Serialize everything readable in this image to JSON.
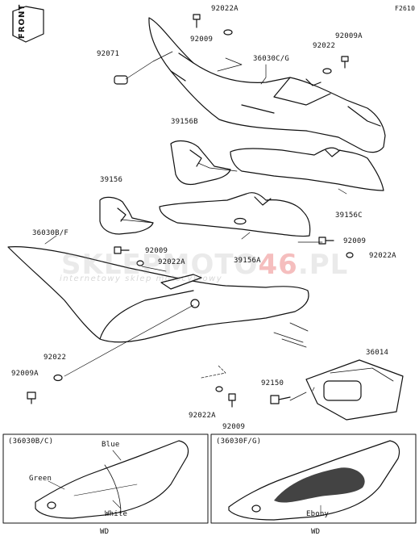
{
  "page_code": "F2610",
  "front_label": "FRONT",
  "watermark": {
    "brand_main": "SKLEPMOTO",
    "brand_hl": "46",
    "brand_tail": ".PL",
    "tagline": "internetowy sklep motocyklowy"
  },
  "callouts": {
    "c92022A_top": "92022A",
    "c92009_top": "92009",
    "c92071": "92071",
    "c36030CG": "36030C/G",
    "c92022_right": "92022",
    "c92009A_right": "92009A",
    "c39156B": "39156B",
    "c39156": "39156",
    "c39156C": "39156C",
    "c36030BF": "36030B/F",
    "c92009_mid": "92009",
    "c92022A_mid": "92022A",
    "c39156A": "39156A",
    "c92009_right_mid": "92009",
    "c92022A_right_mid": "92022A",
    "c92022_left": "92022",
    "c92009A_left": "92009A",
    "c36014": "36014",
    "c92150": "92150",
    "c92022A_bottom": "92022A",
    "c92009_bottom": "92009"
  },
  "insets": {
    "left": {
      "title": "(36030B/C)",
      "colors": [
        "Blue",
        "Green",
        "White"
      ],
      "model": "WD"
    },
    "right": {
      "title": "(36030F/G)",
      "colors": [
        "Ebony"
      ],
      "model": "WD"
    }
  }
}
